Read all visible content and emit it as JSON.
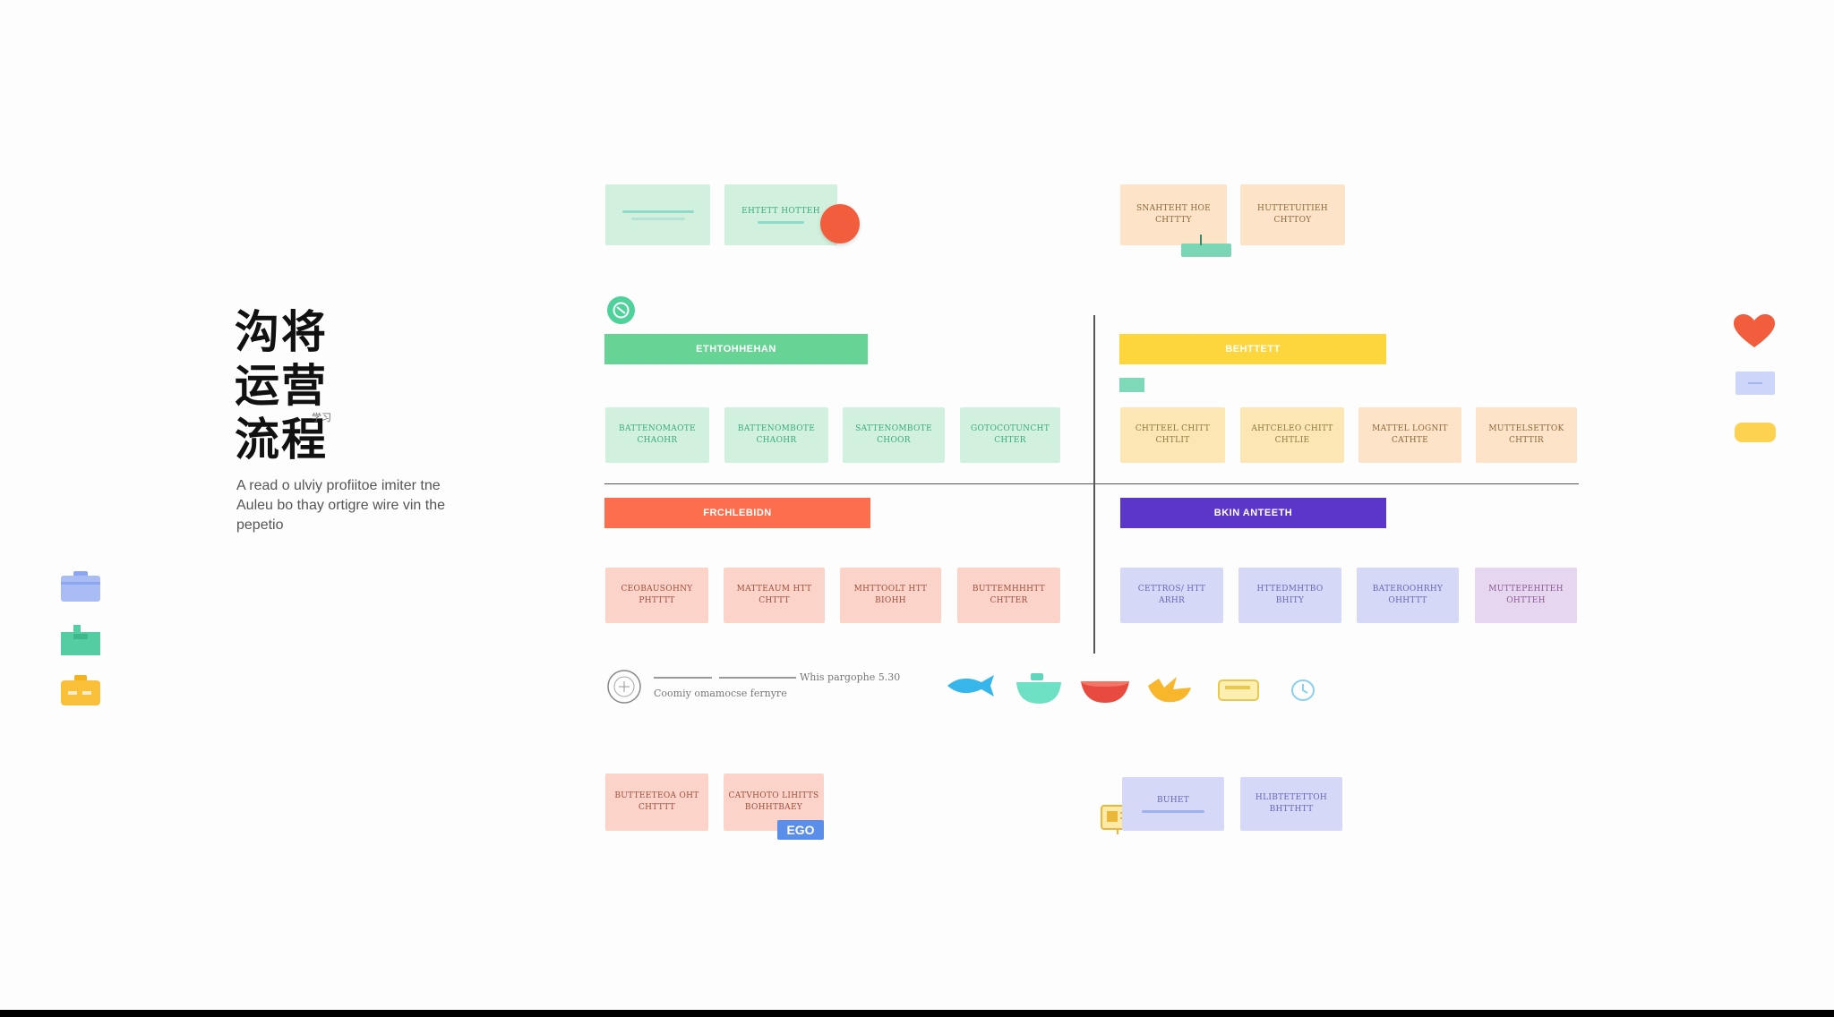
{
  "title": {
    "lines": [
      "沟将",
      "运营",
      "流程"
    ],
    "note": "学习",
    "description": [
      "A read o ulviy profiitoe imiter tne",
      "Auleu bo thay ortigre wire vin the",
      "pepetio"
    ]
  },
  "quadrants": {
    "top_left": {
      "header": "ETHTOHHEHAN",
      "color": "#67d394",
      "notes": [
        [
          "BATTENOMAOTE",
          "CHAOHR"
        ],
        [
          "BATTENOMBOTE",
          "CHAOHR"
        ],
        [
          "SATTENOMBOTE",
          "CHOOR"
        ],
        [
          "GOTOCOTUNCHT",
          "CHTER"
        ]
      ]
    },
    "top_right": {
      "header": "BEHTTETT",
      "color": "#fdd53c",
      "notes": [
        [
          "CHTTEEL CHITT",
          "CHTLIT"
        ],
        [
          "AHTCELEO CHITT",
          "CHTLIE"
        ],
        [
          "MATTEL LOGNIT",
          "CATHTE"
        ],
        [
          "MUTTELSETTOK",
          "CHTTIR"
        ]
      ]
    },
    "bottom_left": {
      "header": "FRCHLEBIDN",
      "color": "#fc6e4e",
      "notes": [
        [
          "CEOBAUSOHNY",
          "PHTTTT"
        ],
        [
          "MATTEAUM HTT",
          "CHTTT"
        ],
        [
          "MHTTOOLT HTT",
          "BIOHH"
        ],
        [
          "BUTTEMHHHTT",
          "CHTTER"
        ]
      ]
    },
    "bottom_right": {
      "header": "BKIN ANTEETH",
      "color": "#5c35c9",
      "notes": [
        [
          "CETTROS/ HTT",
          "ARHR"
        ],
        [
          "HTTEDMHTBO",
          "BHITY"
        ],
        [
          "BATEROOHRHY",
          "OHHTTT"
        ],
        [
          "MUTTEPEHITEH",
          "OHTTEH"
        ]
      ]
    }
  },
  "top_strip": {
    "left_notes": [
      [
        "",
        ""
      ],
      [
        "EHTETT HOTTEH",
        ""
      ]
    ],
    "right_notes": [
      [
        "SNAHTEHT HOE",
        "CHTTTY"
      ],
      [
        "HUTTETUITIEH",
        "CHTTOY"
      ]
    ]
  },
  "bottom_strip": {
    "left_notes": [
      [
        "BUTTEETEOA OHT",
        "CHTTTT"
      ],
      [
        "CATVHOTO LIHITTS",
        "BOHHTBAEY"
      ]
    ],
    "right_notes": [
      [
        "BUHET",
        ""
      ],
      [
        "HLIBTETETTOH",
        "BHTTHTT"
      ]
    ],
    "badge": "EGO"
  },
  "legend": {
    "line1": "Whis pargophe 5.30",
    "line2": "Coomiy omamocse fernyre",
    "icons": [
      "fish-icon",
      "bowl-icon",
      "boat-icon",
      "bird-icon",
      "card-icon",
      "clock-icon"
    ]
  },
  "left_toolbar": [
    "briefcase-icon",
    "folder-icon",
    "toolbox-icon"
  ],
  "right_toolbar": [
    "heart-icon",
    "rectangle-icon",
    "pill-icon"
  ],
  "colors": {
    "green": "#67d394",
    "yellow": "#fdd53c",
    "orange": "#fc6e4e",
    "purple": "#5c35c9",
    "red": "#f25d3e"
  }
}
